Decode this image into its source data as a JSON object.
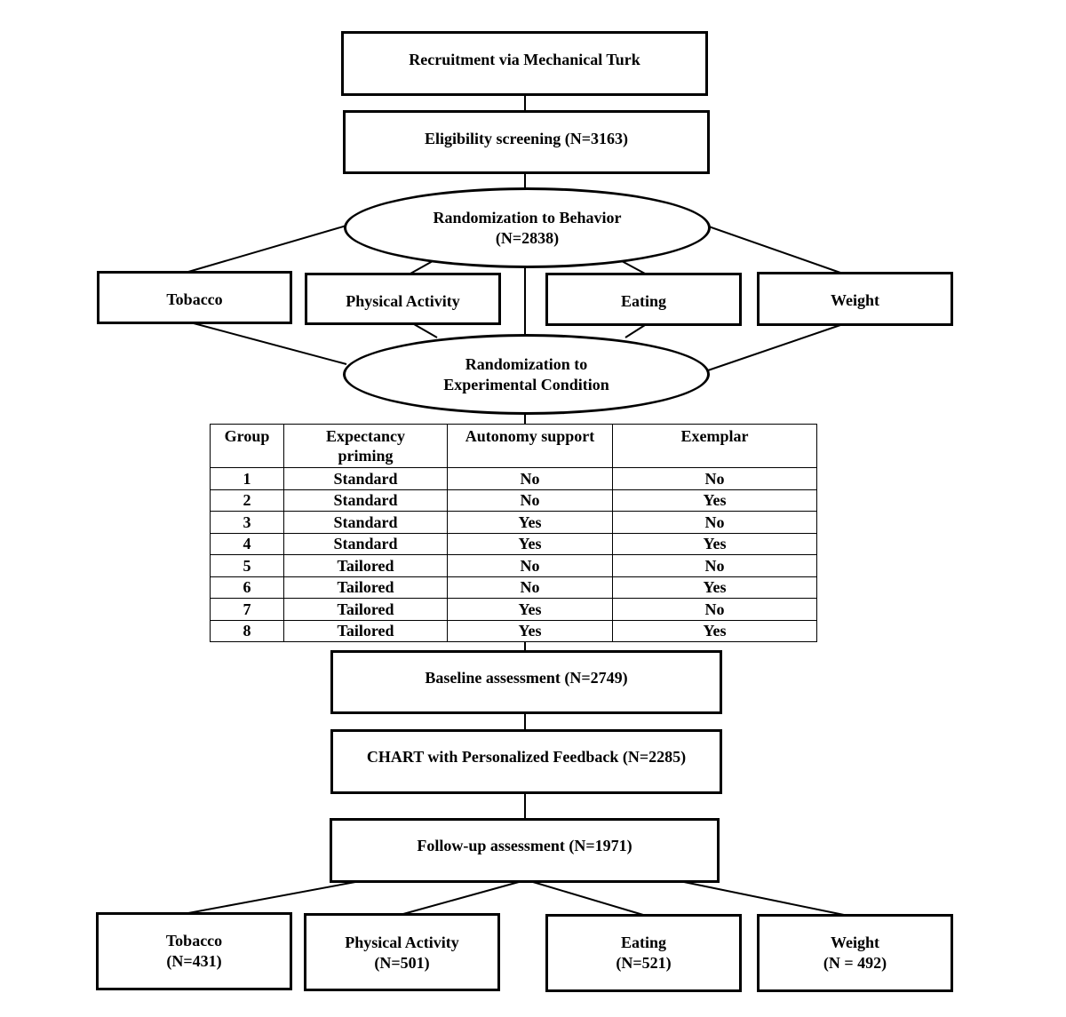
{
  "recruitment": "Recruitment via Mechanical Turk",
  "eligibility": "Eligibility screening (N=3163)",
  "randomization_behavior": {
    "line1": "Randomization to Behavior",
    "line2": "(N=2838)"
  },
  "behaviors": [
    "Tobacco",
    "Physical Activity",
    "Eating",
    "Weight"
  ],
  "randomization_condition": {
    "line1": "Randomization to",
    "line2": "Experimental Condition"
  },
  "group_table": {
    "headers": {
      "group": "Group",
      "expectancy_line1": "Expectancy",
      "expectancy_line2": "priming",
      "autonomy": "Autonomy support",
      "exemplar": "Exemplar"
    },
    "rows": [
      {
        "group": "1",
        "expectancy": "Standard",
        "autonomy": "No",
        "exemplar": "No"
      },
      {
        "group": "2",
        "expectancy": "Standard",
        "autonomy": "No",
        "exemplar": "Yes"
      },
      {
        "group": "3",
        "expectancy": "Standard",
        "autonomy": "Yes",
        "exemplar": "No"
      },
      {
        "group": "4",
        "expectancy": "Standard",
        "autonomy": "Yes",
        "exemplar": "Yes"
      },
      {
        "group": "5",
        "expectancy": "Tailored",
        "autonomy": "No",
        "exemplar": "No"
      },
      {
        "group": "6",
        "expectancy": "Tailored",
        "autonomy": "No",
        "exemplar": "Yes"
      },
      {
        "group": "7",
        "expectancy": "Tailored",
        "autonomy": "Yes",
        "exemplar": "No"
      },
      {
        "group": "8",
        "expectancy": "Tailored",
        "autonomy": "Yes",
        "exemplar": "Yes"
      }
    ]
  },
  "baseline": "Baseline assessment (N=2749)",
  "chart_feedback": "CHART with Personalized Feedback (N=2285)",
  "followup": "Follow-up assessment (N=1971)",
  "outcomes": [
    {
      "label": "Tobacco",
      "n": "(N=431)"
    },
    {
      "label": "Physical Activity",
      "n": "(N=501)"
    },
    {
      "label": "Eating",
      "n": "(N=521)"
    },
    {
      "label": "Weight",
      "n": "(N = 492)"
    }
  ]
}
